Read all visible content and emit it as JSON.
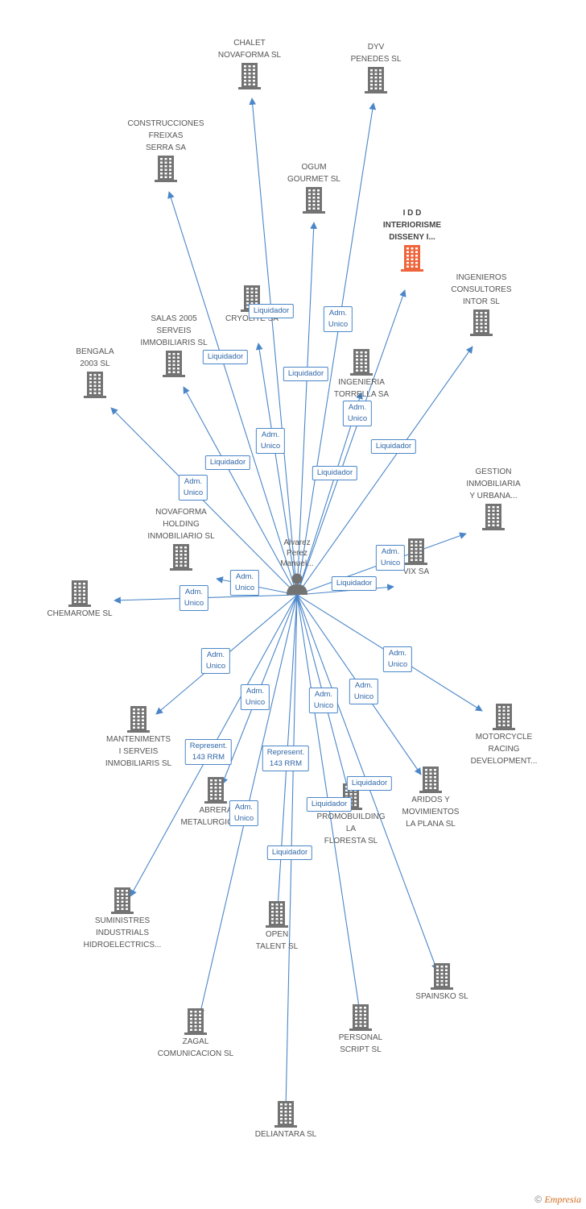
{
  "center": {
    "label": "Alvarez\nPerez\nManuel..."
  },
  "companies": [
    {
      "id": "chalet",
      "label": "CHALET\nNOVAFORMA SL",
      "highlight": false
    },
    {
      "id": "dyv",
      "label": "DYV\nPENEDES SL",
      "highlight": false
    },
    {
      "id": "construcciones",
      "label": "CONSTRUCCIONES\nFREIXAS\nSERRA SA",
      "highlight": false
    },
    {
      "id": "ogum",
      "label": "OGUM\nGOURMET SL",
      "highlight": false
    },
    {
      "id": "idd",
      "label": "I D D\nINTERIORISME\nDISSENY I...",
      "highlight": true
    },
    {
      "id": "cryolite",
      "label": "CRYOLITE SA",
      "highlight": false
    },
    {
      "id": "ingenieros",
      "label": "INGENIEROS\nCONSULTORES\nINTOR SL",
      "highlight": false
    },
    {
      "id": "salas",
      "label": "SALAS 2005\nSERVEIS\nIMMOBILIARIS SL",
      "highlight": false
    },
    {
      "id": "bengala",
      "label": "BENGALA\n2003 SL",
      "highlight": false
    },
    {
      "id": "ingenieria",
      "label": "INGENIERIA\nTORRELLA SA",
      "highlight": false
    },
    {
      "id": "gestion",
      "label": "GESTION\nINMOBILIARIA\nY URBANA...",
      "highlight": false
    },
    {
      "id": "novaforma",
      "label": "NOVAFORMA\nHOLDING\nINMOBILIARIO SL",
      "highlight": false
    },
    {
      "id": "vix",
      "label": "VIX SA",
      "highlight": false
    },
    {
      "id": "chemarome",
      "label": "CHEMAROME SL",
      "highlight": false
    },
    {
      "id": "manteniments",
      "label": "MANTENIMENTS\nI SERVEIS\nINMOBILIARIS SL",
      "highlight": false
    },
    {
      "id": "motorcycle",
      "label": "MOTORCYCLE\nRACING\nDEVELOPMENT...",
      "highlight": false
    },
    {
      "id": "abrera",
      "label": "ABRERA\nMETALURGICA SA",
      "highlight": false
    },
    {
      "id": "promobuilding",
      "label": "PROMOBUILDING\nLA\nFLORESTA SL",
      "highlight": false
    },
    {
      "id": "aridos",
      "label": "ARIDOS Y\nMOVIMIENTOS\nLA PLANA SL",
      "highlight": false
    },
    {
      "id": "suministres",
      "label": "SUMINISTRES\nINDUSTRIALS\nHIDROELECTRICS...",
      "highlight": false
    },
    {
      "id": "open",
      "label": "OPEN\nTALENT SL",
      "highlight": false
    },
    {
      "id": "spainsko",
      "label": "SPAINSKO SL",
      "highlight": false
    },
    {
      "id": "zagal",
      "label": "ZAGAL\nCOMUNICACION SL",
      "highlight": false
    },
    {
      "id": "personal",
      "label": "PERSONAL\nSCRIPT SL",
      "highlight": false
    },
    {
      "id": "deliantara",
      "label": "DELIANTARA SL",
      "highlight": false
    }
  ],
  "relations": [
    {
      "to": "chalet",
      "label": "Liquidador"
    },
    {
      "to": "dyv",
      "label": "Adm.\nUnico"
    },
    {
      "to": "construcciones",
      "label": "Liquidador"
    },
    {
      "to": "ogum",
      "label": "Liquidador"
    },
    {
      "to": "idd",
      "label": "Adm.\nUnico"
    },
    {
      "to": "cryolite",
      "label": "Adm.\nUnico"
    },
    {
      "to": "ingenieros",
      "label": "Liquidador"
    },
    {
      "to": "salas",
      "label": "Liquidador"
    },
    {
      "to": "bengala",
      "label": "Adm.\nUnico"
    },
    {
      "to": "ingenieria",
      "label": "Liquidador"
    },
    {
      "to": "gestion",
      "label": "Adm.\nUnico"
    },
    {
      "to": "novaforma",
      "label": "Adm.\nUnico"
    },
    {
      "to": "vix",
      "label": "Liquidador"
    },
    {
      "to": "chemarome",
      "label": "Adm.\nUnico"
    },
    {
      "to": "manteniments",
      "label": "Adm.\nUnico"
    },
    {
      "to": "motorcycle",
      "label": "Adm.\nUnico"
    },
    {
      "to": "abrera",
      "label": "Adm.\nUnico"
    },
    {
      "to": "promobuilding",
      "label": "Adm.\nUnico"
    },
    {
      "to": "aridos",
      "label": "Adm.\nUnico"
    },
    {
      "to": "suministres",
      "label": "Represent.\n143 RRM"
    },
    {
      "to": "open",
      "label": "Represent.\n143 RRM"
    },
    {
      "to": "spainsko",
      "label": "Liquidador"
    },
    {
      "to": "zagal",
      "label": "Adm.\nUnico"
    },
    {
      "to": "personal",
      "label": "Liquidador"
    },
    {
      "to": "deliantara",
      "label": "Liquidador"
    }
  ],
  "colors": {
    "edge": "#4a86c8",
    "building": "#737373",
    "highlight": "#f0643c",
    "person": "#737373"
  },
  "copyright": {
    "symbol": "©",
    "brand": "Empresia"
  }
}
